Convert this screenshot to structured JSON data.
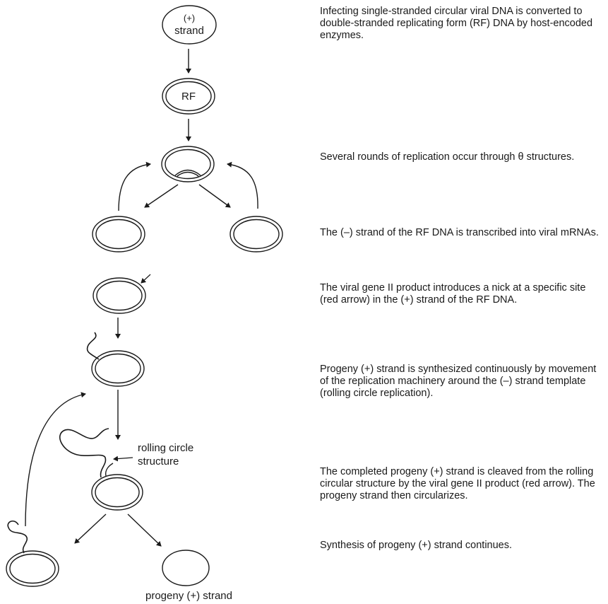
{
  "diagram": {
    "plus_strand_symbol": "(+)",
    "plus_strand_word": "strand",
    "rf_label": "RF",
    "rolling_circle_line1": "rolling circle",
    "rolling_circle_line2": "structure",
    "progeny_label": "progeny (+) strand"
  },
  "steps": [
    "Infecting single-stranded circular viral DNA is converted to double-stranded replicating form (RF) DNA by host-encoded enzymes.",
    "Several rounds of replication occur through θ structures.",
    "The (–) strand of the RF DNA is transcribed into viral mRNAs.",
    "The viral gene II product introduces a nick at a specific site (red arrow) in the (+) strand of the RF DNA.",
    "Progeny (+) strand is synthesized continuously by movement of the replication machinery around the (–) strand template (rolling circle replication).",
    "The completed progeny (+) strand is cleaved from the rolling circular structure by the viral gene II product (red arrow). The progeny strand then circularizes.",
    "Synthesis of progeny (+) strand continues."
  ]
}
